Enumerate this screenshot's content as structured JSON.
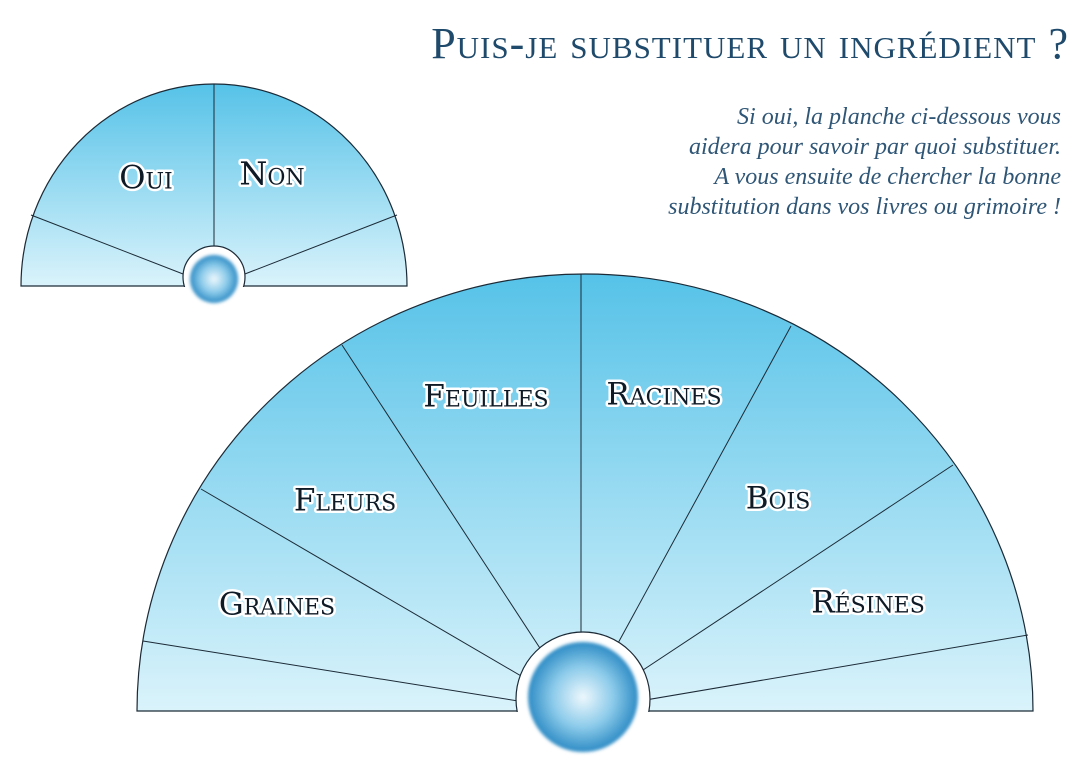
{
  "header": {
    "title": "Puis-je substituer un ingrédient ?",
    "subtitle_lines": [
      "Si oui, la planche ci-dessous vous",
      "aidera pour savoir par quoi substituer.",
      "A vous ensuite de chercher la bonne",
      "substitution dans vos livres ou grimoire !"
    ]
  },
  "small_board": {
    "sections": [
      "Oui",
      "Non"
    ]
  },
  "large_board": {
    "sections": [
      "Graines",
      "Fleurs",
      "Feuilles",
      "Racines",
      "Bois",
      "Résines"
    ]
  },
  "colors": {
    "fan_top": "#56c2e8",
    "fan_bottom": "#daf3fb",
    "outline": "#1b2a36",
    "title": "#1f4a6b",
    "orb": "#2e8cc5"
  }
}
